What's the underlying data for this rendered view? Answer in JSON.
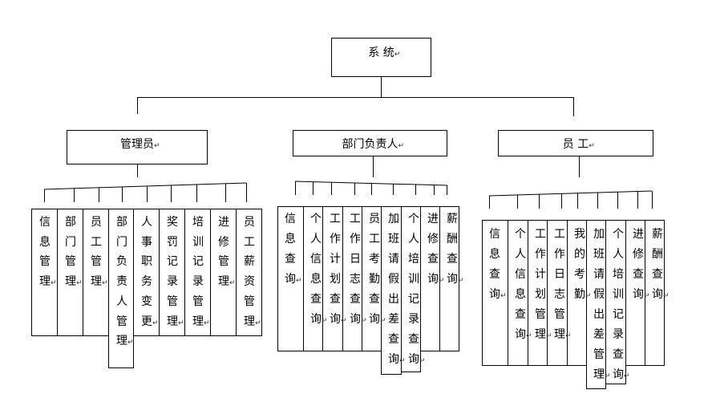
{
  "paragraph_mark": "↵",
  "root": {
    "label": "系 统",
    "children": [
      {
        "label": "管理员",
        "children": [
          "信息管理",
          "部门管理",
          "员工管理",
          "部门负责人管理",
          "人事职务变更",
          "奖罚记录管理",
          "培训记录管理",
          "进修管理",
          "员工薪资管理"
        ]
      },
      {
        "label": "部门负责人",
        "children": [
          "信息查询",
          "个人信息查询",
          "工作计划查询",
          "工作日志查询",
          "员工考勤查询",
          "加班请假出差查询",
          "个人培训记录查询",
          "进修查询",
          "薪酬查询"
        ]
      },
      {
        "label": "员 工",
        "children": [
          "信息查询",
          "个人信息查询",
          "工作计划管理",
          "工作日志管理",
          "我的考勤",
          "加班请假出差管理",
          "个人培训记录查询",
          "进修查询",
          "薪酬查询"
        ]
      }
    ]
  }
}
